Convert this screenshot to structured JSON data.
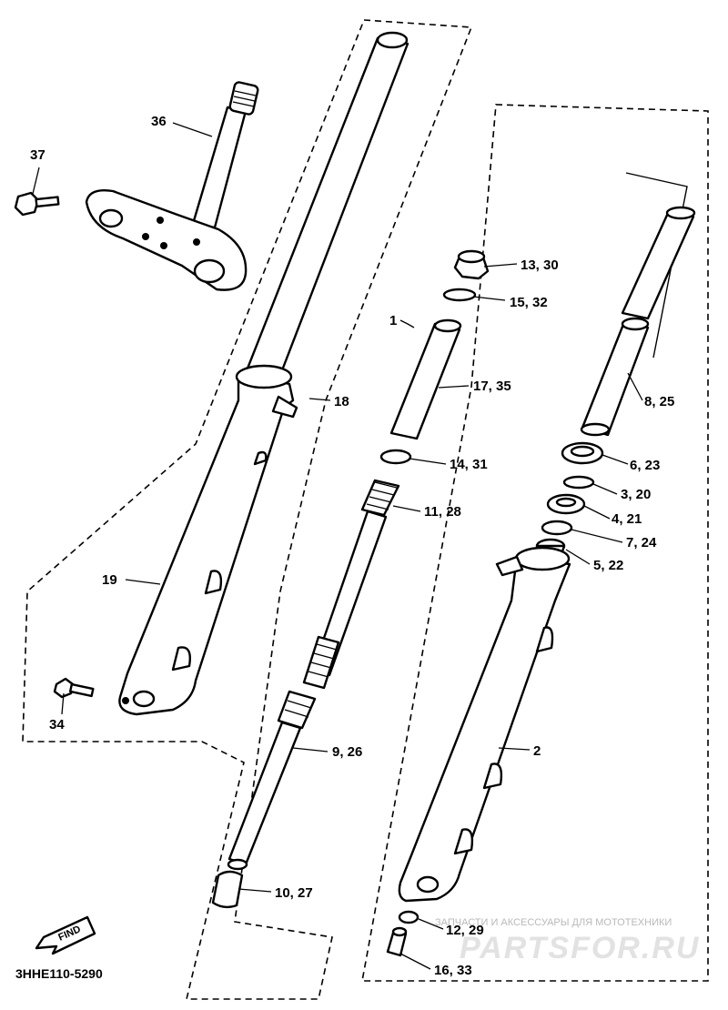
{
  "diagram": {
    "labels": {
      "l1": "1",
      "l2": "2",
      "l3": "3, 20",
      "l4": "4, 21",
      "l5": "5, 22",
      "l6": "6, 23",
      "l7": "7, 24",
      "l8": "8, 25",
      "l9": "9, 26",
      "l10": "10, 27",
      "l11": "11, 28",
      "l12": "12, 29",
      "l13": "13, 30",
      "l14": "14, 31",
      "l15": "15, 32",
      "l16": "16, 33",
      "l17": "17, 35",
      "l18": "18",
      "l19": "19",
      "l34": "34",
      "l36": "36",
      "l37": "37"
    },
    "diagram_code": "3HHE110-5290",
    "find_badge": "FIND"
  },
  "watermark": {
    "tagline": "ЗАПЧАСТИ И АКСЕССУАРЫ ДЛЯ МОТОТЕХНИКИ",
    "brand": "PARTSFOR.RU"
  }
}
